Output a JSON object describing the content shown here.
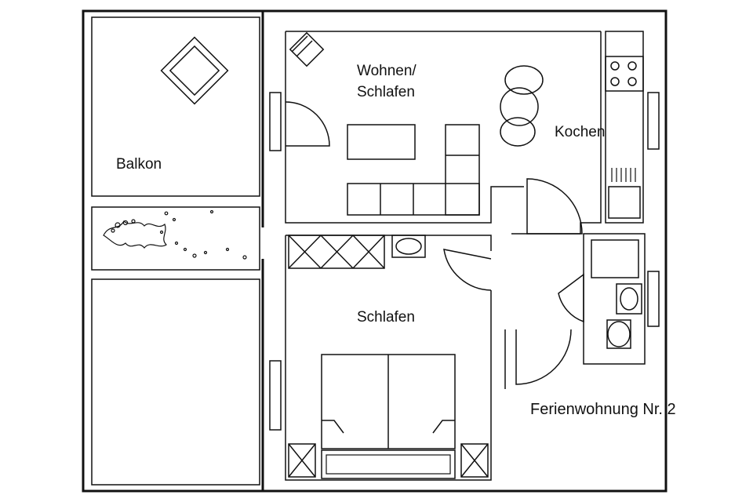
{
  "plan": {
    "rooms": {
      "living": {
        "line1": "Wohnen/",
        "line2": "Schlafen"
      },
      "kitchen": {
        "label": "Kochen"
      },
      "bedroom": {
        "label": "Schlafen"
      },
      "balcony": {
        "label": "Balkon"
      }
    },
    "caption": "Ferienwohnung Nr. 2"
  }
}
